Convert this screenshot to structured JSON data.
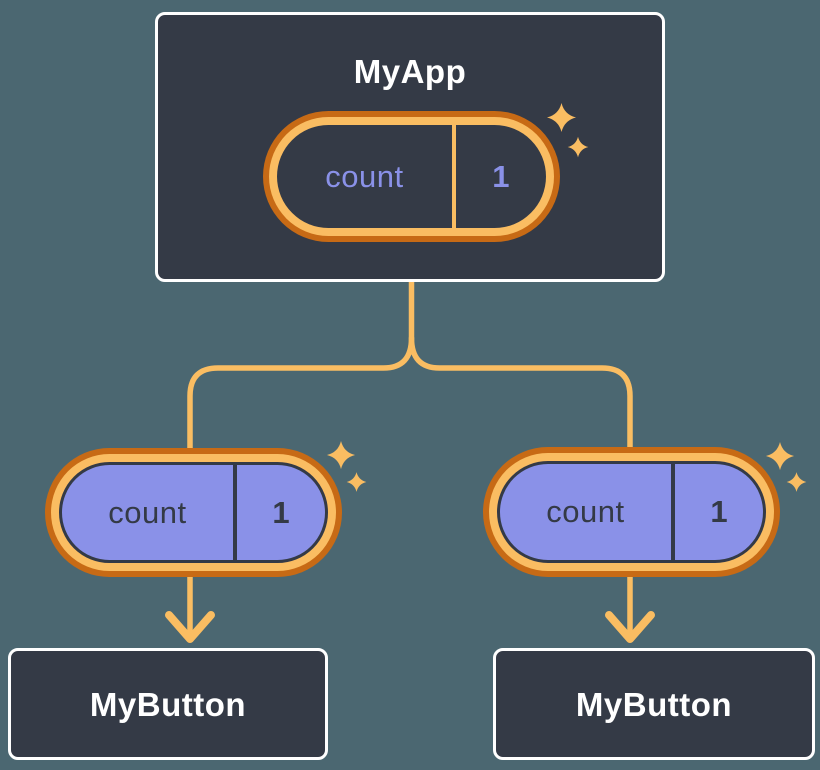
{
  "colors": {
    "background": "#4B6771",
    "node_fill": "#343A46",
    "node_border": "#FFFFFF",
    "orange_dark": "#C76A15",
    "orange_light": "#FABD62",
    "purple": "#8A91E8",
    "text_light": "#FFFFFF",
    "text_dark": "#343A46"
  },
  "icons": {
    "sparkle": "four-point-sparkle",
    "arrowhead": "down-chevron-arrow"
  },
  "root_node": {
    "title": "MyApp",
    "state_pill": {
      "label": "count",
      "value": "1"
    }
  },
  "child_nodes": {
    "left": {
      "title": "MyButton",
      "prop_pill": {
        "label": "count",
        "value": "1"
      }
    },
    "right": {
      "title": "MyButton",
      "prop_pill": {
        "label": "count",
        "value": "1"
      }
    }
  }
}
